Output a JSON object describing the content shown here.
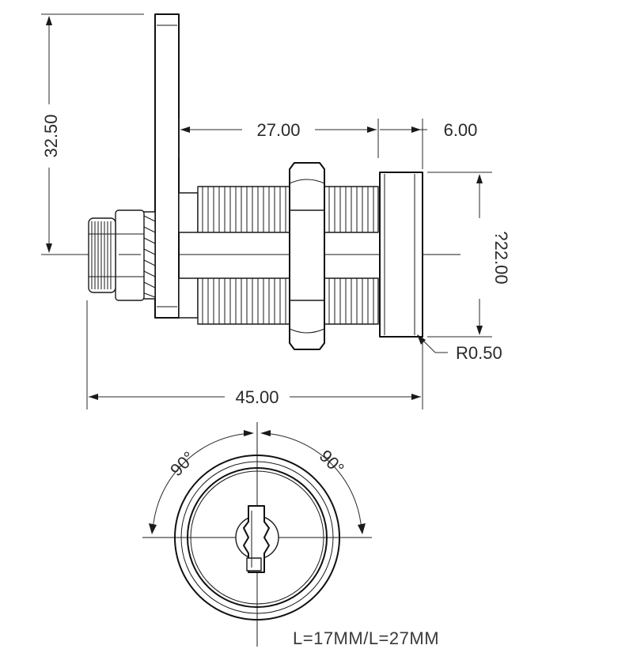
{
  "dimensions": {
    "height_tab": "32.50",
    "thread_length": "27.00",
    "head_thickness": "6.00",
    "head_diameter": "?22.00",
    "radius": "R0.50",
    "total_length": "45.00",
    "rotation_left": "90°",
    "rotation_right": "90°"
  },
  "note": "L=17MM/L=27MM"
}
